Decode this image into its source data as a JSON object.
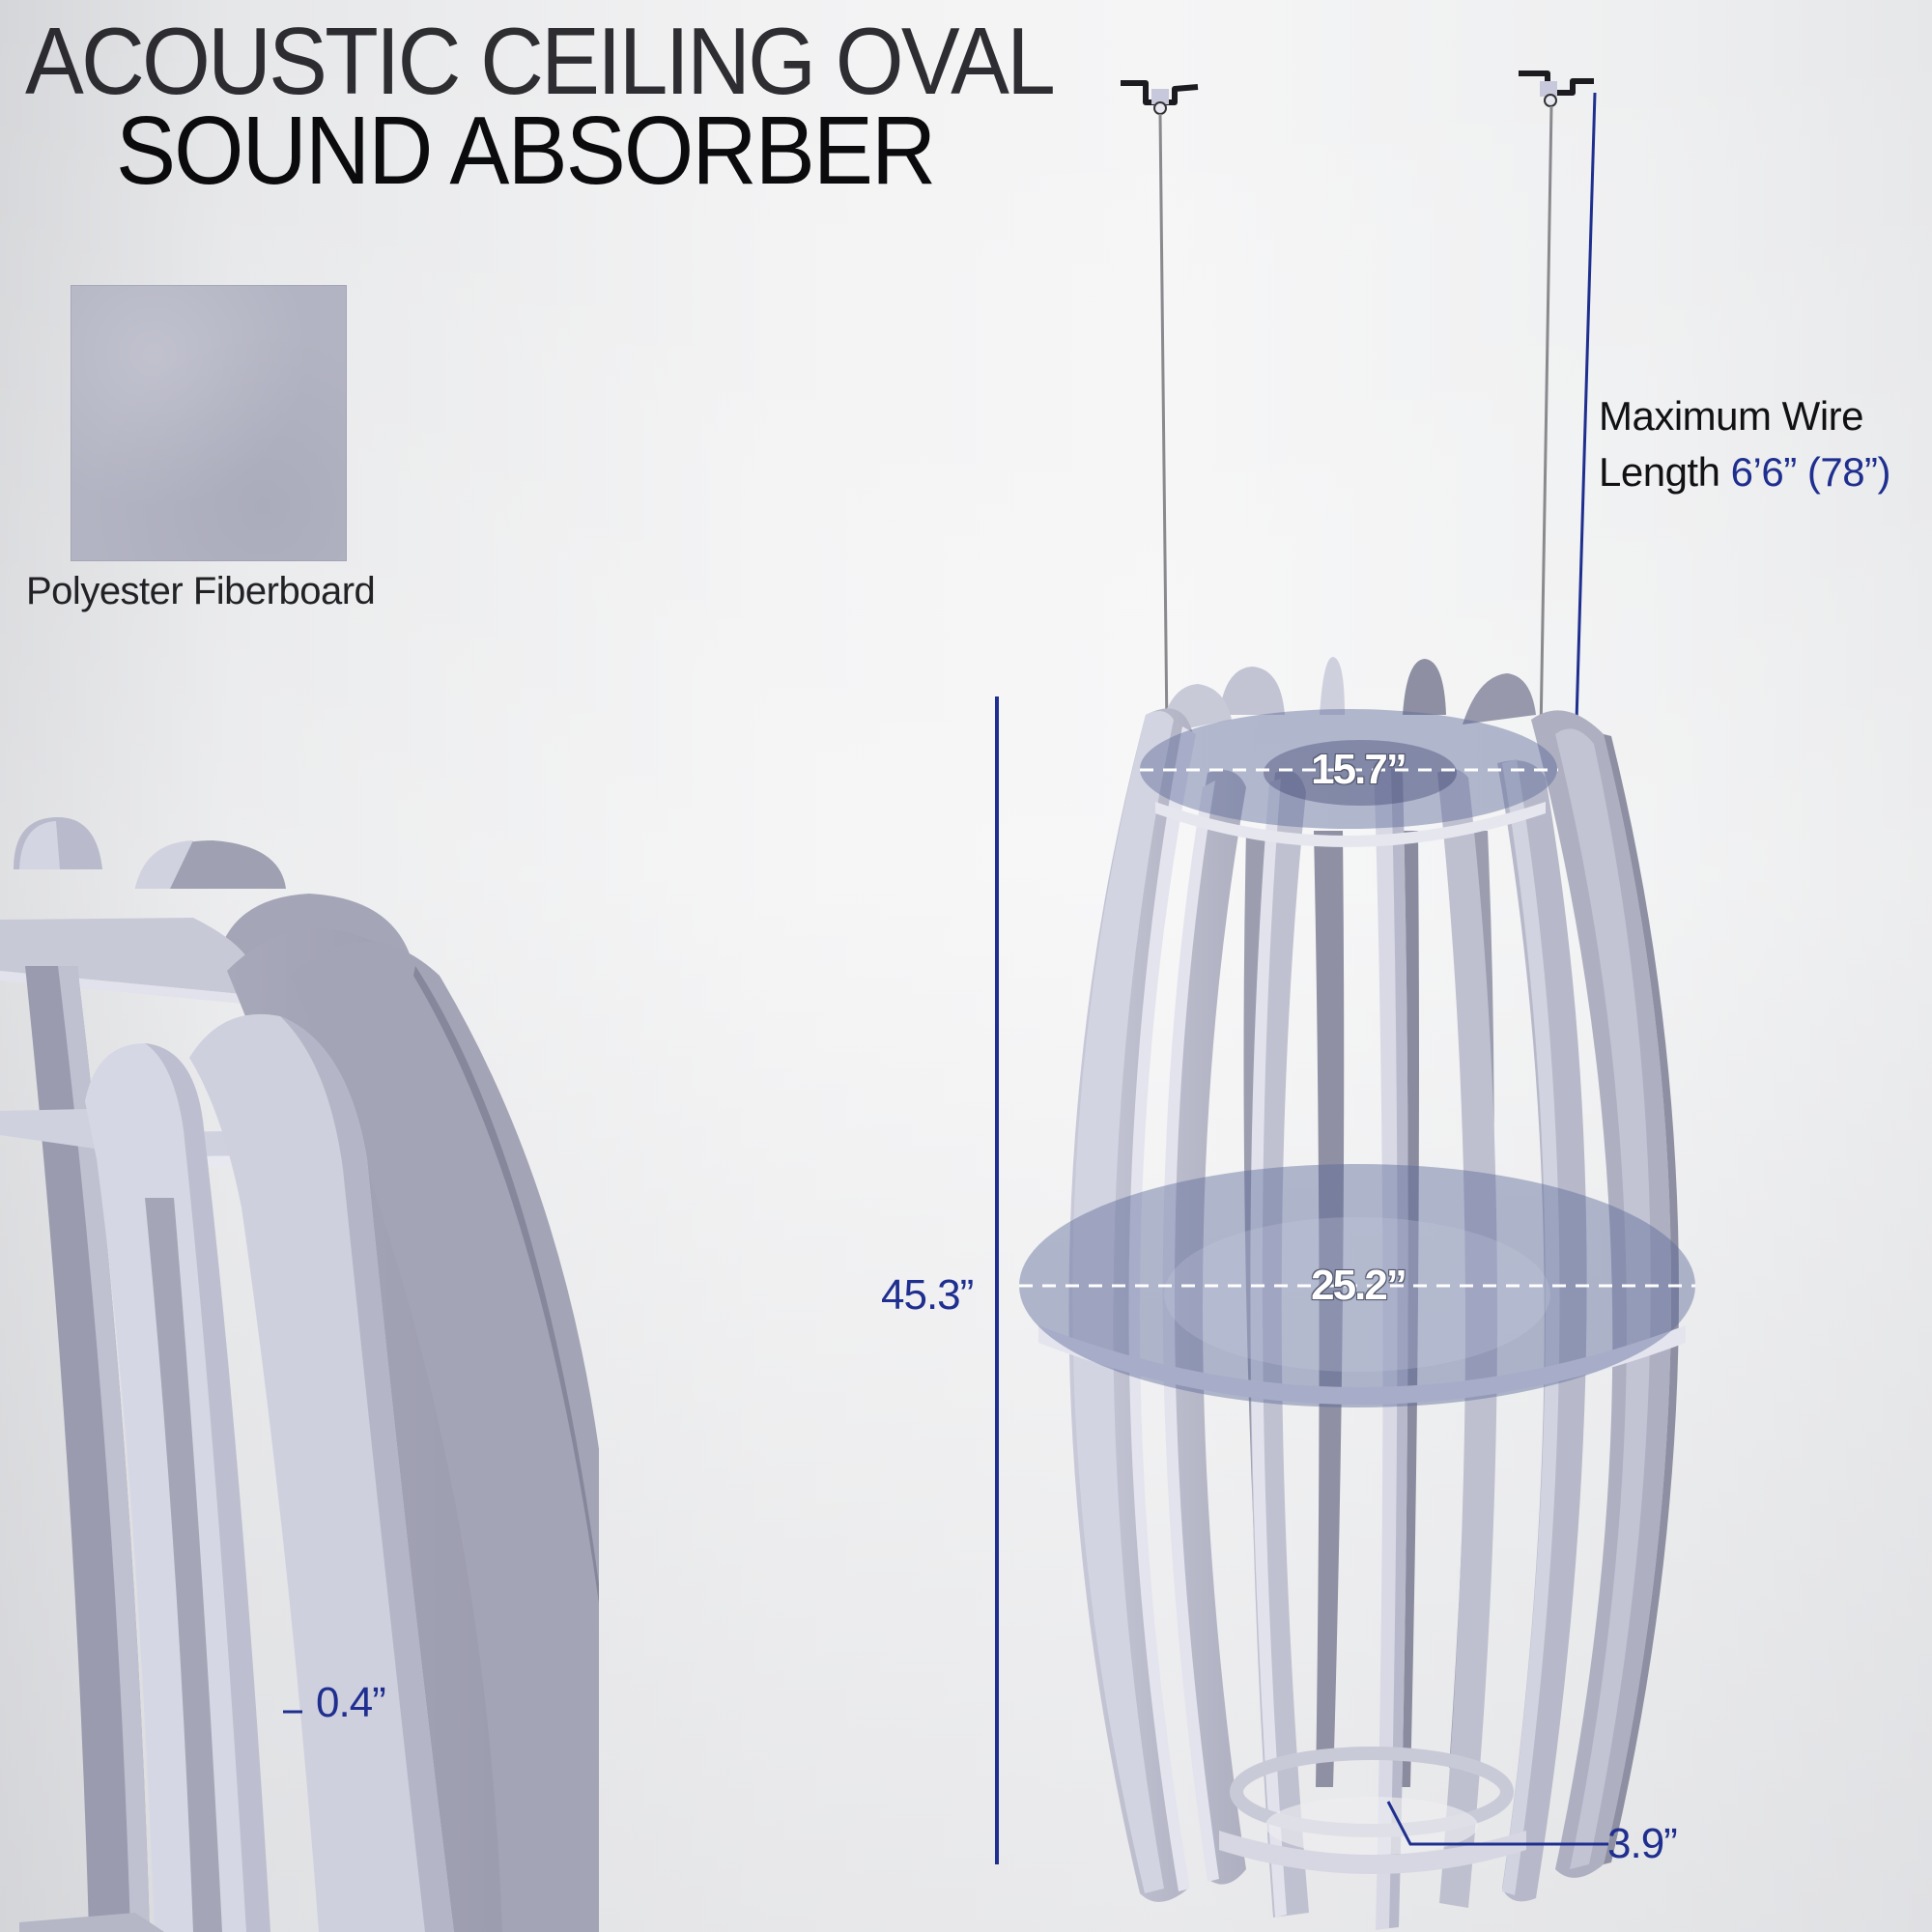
{
  "title": {
    "line1": "ACOUSTIC CEILING OVAL",
    "line2": "SOUND ABSORBER"
  },
  "material": {
    "swatch_label": "Polyester Fiberboard",
    "swatch_color": "#b3b4c3"
  },
  "wire": {
    "label_line1": "Maximum Wire",
    "label_line2_prefix": "Length",
    "label_line2_value": "6’6” (78”)"
  },
  "dimensions": {
    "height": "45.3”",
    "top_ring_diameter": "15.7”",
    "middle_ring_diameter": "25.2”",
    "bottom_ring": "3.9”",
    "panel_thickness": "0.4”"
  },
  "colors": {
    "accent_blue": "#1f2f8f",
    "panel": "#b6b7c7",
    "ring_overlay": "#5a6796"
  },
  "icons": {
    "ceiling_hook_left": "ceiling-bracket-icon",
    "ceiling_hook_right": "ceiling-bracket-icon"
  }
}
